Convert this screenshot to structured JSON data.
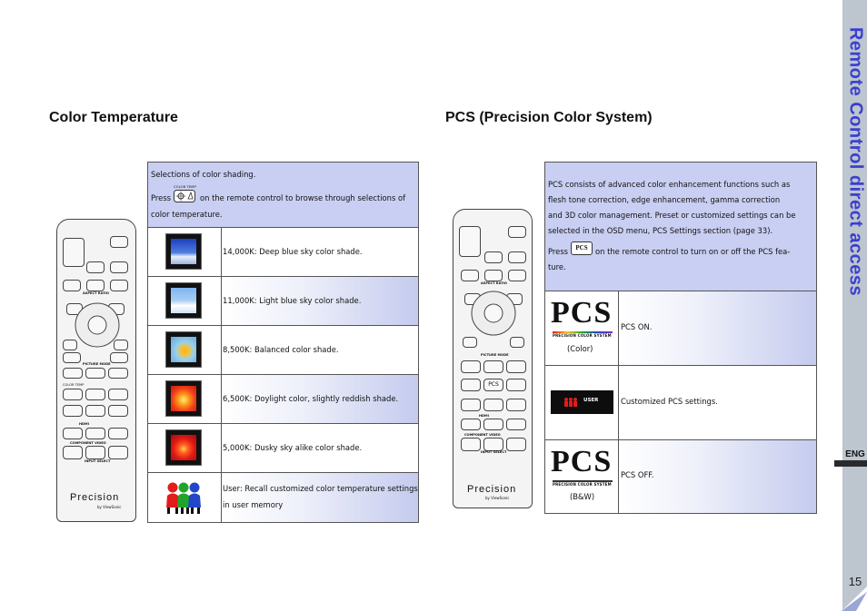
{
  "sidebar": {
    "title": "Remote Control direct access",
    "lang": "ENG",
    "page_number": "15"
  },
  "color_temp": {
    "heading": "Color Temperature",
    "intro": {
      "line1": "Selections of color shading.",
      "icon_caption": "COLOR TEMP",
      "press": "Press",
      "line2": "on the remote control to browse through selections of",
      "line3": "color temperature."
    },
    "rows": [
      {
        "label": "14,000K: Deep blue sky color shade."
      },
      {
        "label": "11,000K: Light blue sky color shade."
      },
      {
        "label": "8,500K: Balanced color shade."
      },
      {
        "label": "6,500K: Doylight color, slightly reddish shade."
      },
      {
        "label": "5,000K: Dusky sky alike color shade."
      },
      {
        "label_l1": "User: Recall customized color temperature settings",
        "label_l2": "in user memory"
      }
    ]
  },
  "pcs": {
    "heading": "PCS (Precision Color System)",
    "intro": {
      "l1": "PCS consists of advanced color enhancement functions such as",
      "l2": "flesh tone correction, edge enhancement, gamma correction",
      "l3": "and 3D color management. Preset or customized settings can be",
      "l4": "selected in the OSD menu, PCS Settings section (page 33).",
      "press": "Press",
      "icon_label": "PCS",
      "l5": "on the remote control to turn on or off the PCS fea-",
      "l6": "ture."
    },
    "rows": [
      {
        "logo": "PCS",
        "logo_sub": "PRECISION COLOR SYSTEM",
        "caption": "(Color)",
        "label": "PCS ON."
      },
      {
        "badge": "USER",
        "label": "Customized PCS settings."
      },
      {
        "logo": "PCS",
        "logo_sub": "PRECISION COLOR SYSTEM",
        "caption": "(B&W)",
        "label": "PCS OFF."
      }
    ]
  },
  "remote": {
    "aspect_ratio": "ASPECT RATIO",
    "picture_mode": "PICTURE MODE",
    "color_temp": "COLOR TEMP",
    "hdmi": "HDMI",
    "component_video": "COMPONENT VIDEO",
    "input_select": "INPUT SELECT",
    "pcs": "PCS",
    "brand": "Precision",
    "brand_sub": "by ViewSonic"
  },
  "colors": {
    "accent": "#3a3fcf",
    "header_fill": "#c9cff2",
    "sidebar": "#bdc5cf"
  }
}
